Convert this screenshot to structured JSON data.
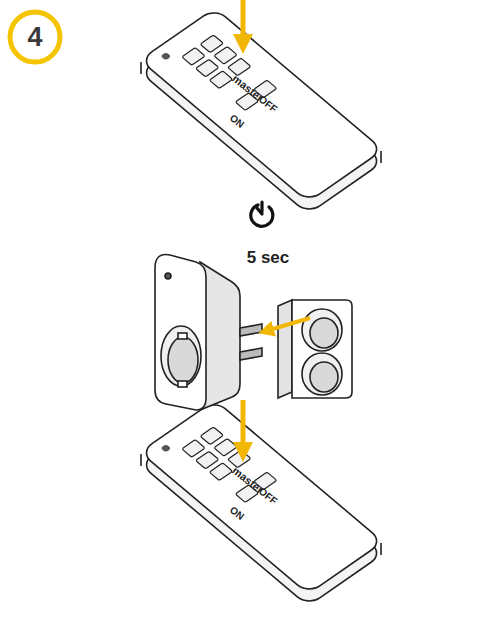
{
  "diagram": {
    "nodes": [
      {
        "text": [
          "4"
        ]
      }
    ],
    "labels": [
      "master",
      "ON",
      "OFF",
      "5 sec",
      "master",
      "ON",
      "OFF"
    ]
  }
}
